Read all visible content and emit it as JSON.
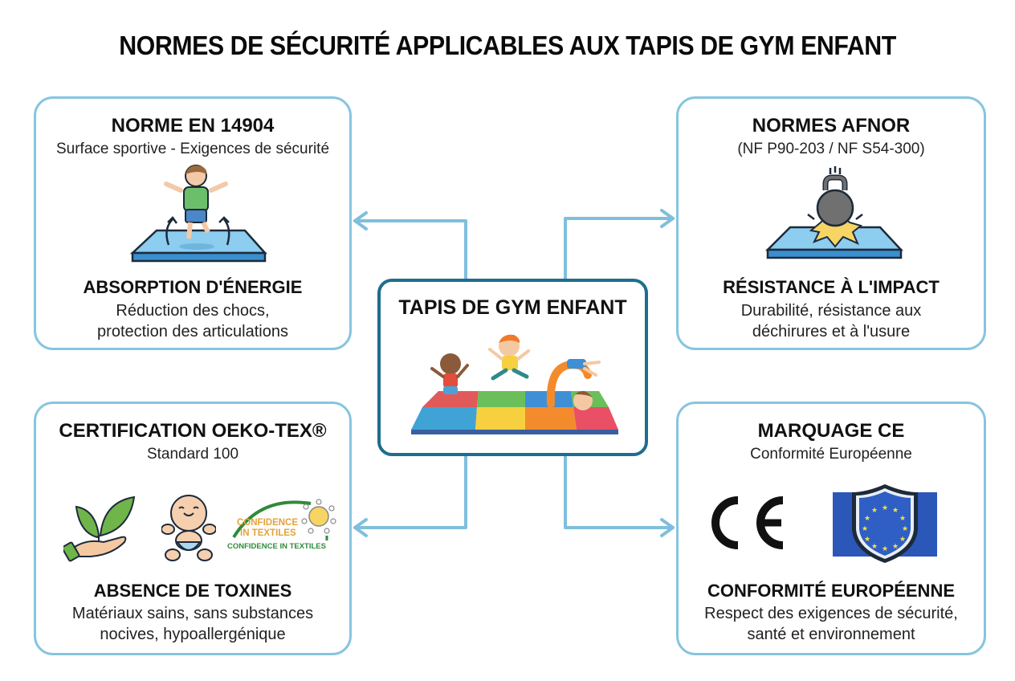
{
  "title": "NORMES DE SÉCURITÉ APPLICABLES AUX TAPIS DE GYM ENFANT",
  "center": {
    "label": "TAPIS DE GYM ENFANT",
    "icon": "children-playing-on-gym-mat-illustration"
  },
  "cards": {
    "en14904": {
      "title": "NORME EN 14904",
      "subtitle": "Surface sportive - Exigences de sécurité",
      "icon": "child-jumping-on-mat-illustration",
      "feature": "ABSORPTION D'ÉNERGIE",
      "desc_line1": "Réduction des chocs,",
      "desc_line2": "protection des articulations"
    },
    "afnor": {
      "title": "NORMES AFNOR",
      "subtitle": "(NF P90-203 / NF S54-300)",
      "icon": "kettlebell-impact-illustration",
      "feature": "RÉSISTANCE À L'IMPACT",
      "desc_line1": "Durabilité, résistance aux",
      "desc_line2": "déchirures et à l'usure"
    },
    "oekotex": {
      "title": "CERTIFICATION OEKO-TEX®",
      "subtitle": "Standard 100",
      "icons": [
        "hand-plant-icon",
        "baby-icon",
        "confidence-in-textiles-logo"
      ],
      "logo_text_line1": "CONFIDENCE",
      "logo_text_line2": "IN TEXTILES",
      "logo_text_bottom": "CONFIDENCE IN TEXTILES",
      "feature": "ABSENCE DE TOXINES",
      "desc_line1": "Matériaux sains, sans substances",
      "desc_line2": "nocives, hypoallergénique"
    },
    "ce": {
      "title": "MARQUAGE CE",
      "subtitle": "Conformité Européenne",
      "icons": [
        "ce-mark-icon",
        "eu-shield-icon"
      ],
      "ce_mark": "CE",
      "feature": "CONFORMITÉ EUROPÉENNE",
      "desc_line1": "Respect des exigences de sécurité,",
      "desc_line2": "santé et environnement"
    }
  },
  "colors": {
    "card_border": "#86c5e0",
    "center_border": "#1e6d8e",
    "connector": "#7fbfdd",
    "mat_blue": "#5aaee0",
    "eu_blue": "#2a57b8",
    "eu_star": "#f2e04a"
  }
}
